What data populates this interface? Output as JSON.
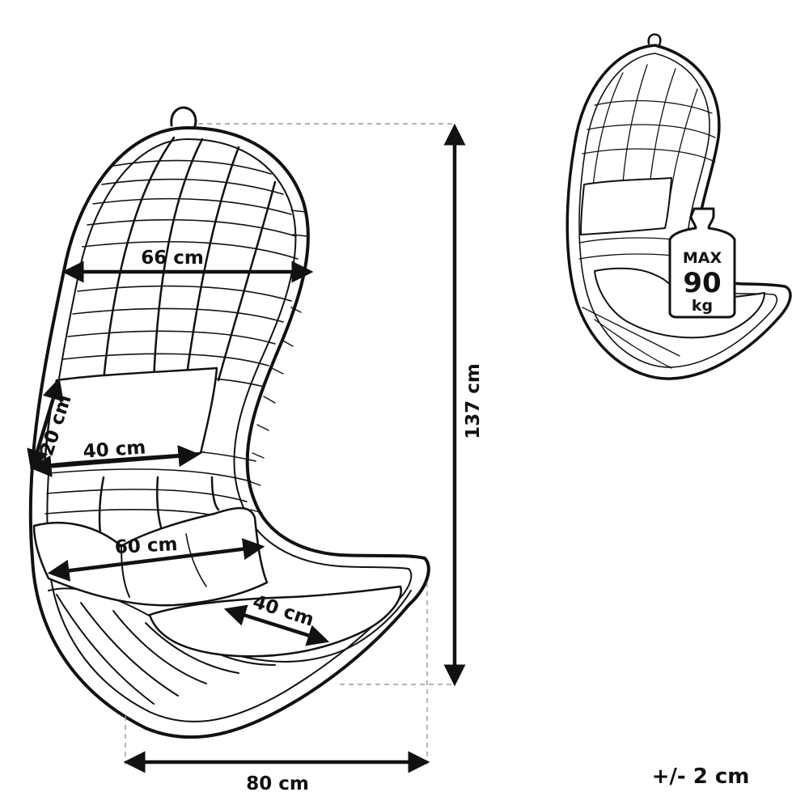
{
  "dimensions": {
    "width_top": "66 cm",
    "height_total": "137 cm",
    "pillow_height": "20 cm",
    "pillow_width": "40 cm",
    "cushion_width": "60 cm",
    "cushion_depth": "40 cm",
    "base_width": "80 cm",
    "tolerance": "+/- 2 cm"
  },
  "weight_badge": {
    "max_label": "MAX",
    "value": "90",
    "unit": "kg"
  },
  "colors": {
    "line": "#111111",
    "fill": "#ffffff",
    "guide": "#9a9a9a"
  }
}
